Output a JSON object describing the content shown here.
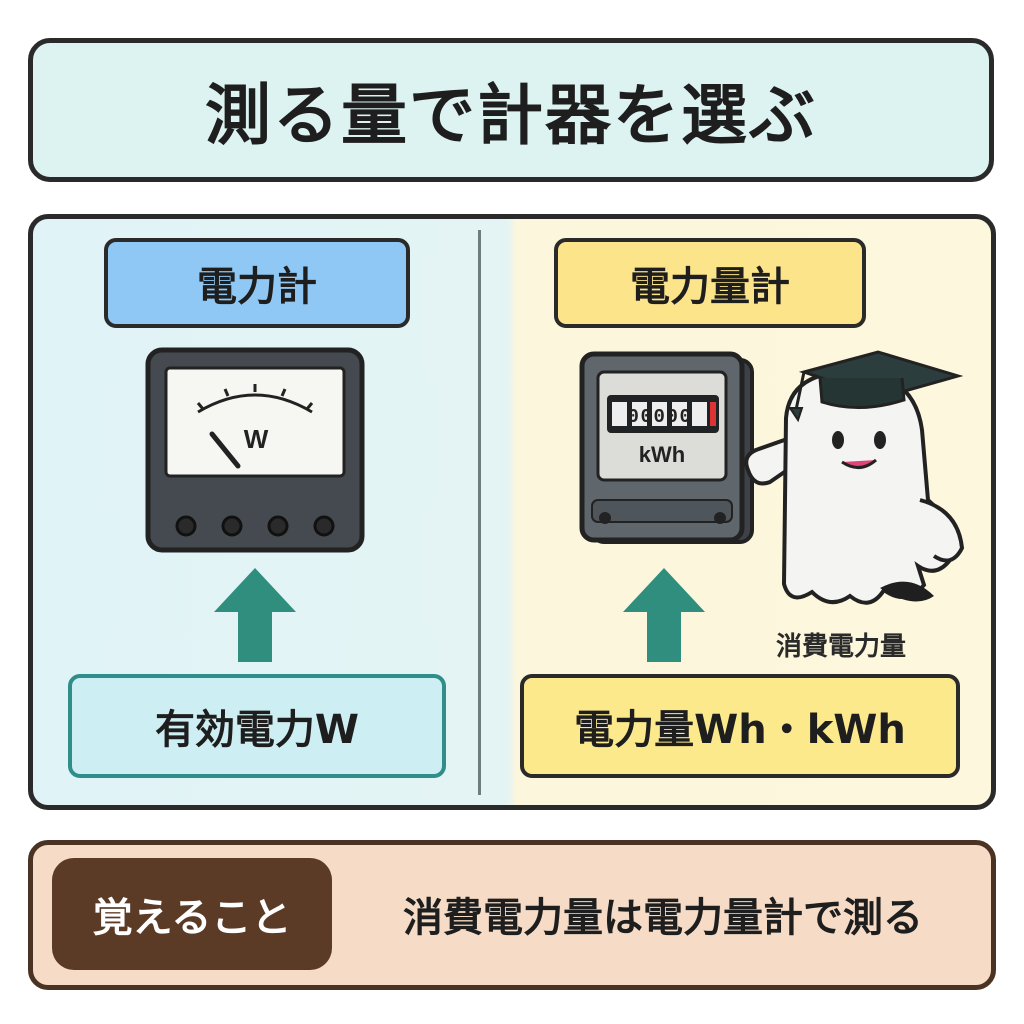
{
  "title": "測る量で計器を選ぶ",
  "left": {
    "meter_label": "電力計",
    "dial_unit": "W",
    "quantity": "有効電力W"
  },
  "right": {
    "meter_label": "電力量計",
    "counter_digits": "00000",
    "counter_unit": "kWh",
    "quantity": "電力量Wh・kWh",
    "note": "消費電力量"
  },
  "summary": {
    "tag": "覚えること",
    "text": "消費電力量は電力量計で測る"
  },
  "colors": {
    "arrow": "#2f8e7e",
    "left_bg": "#e2f4f6",
    "right_bg": "#fcf6dc",
    "summary_tag": "#5b3a26"
  },
  "icons": [
    "analog-wattmeter-icon",
    "digital-energy-meter-icon",
    "up-arrow-icon",
    "graduate-ghost-mascot-icon"
  ]
}
